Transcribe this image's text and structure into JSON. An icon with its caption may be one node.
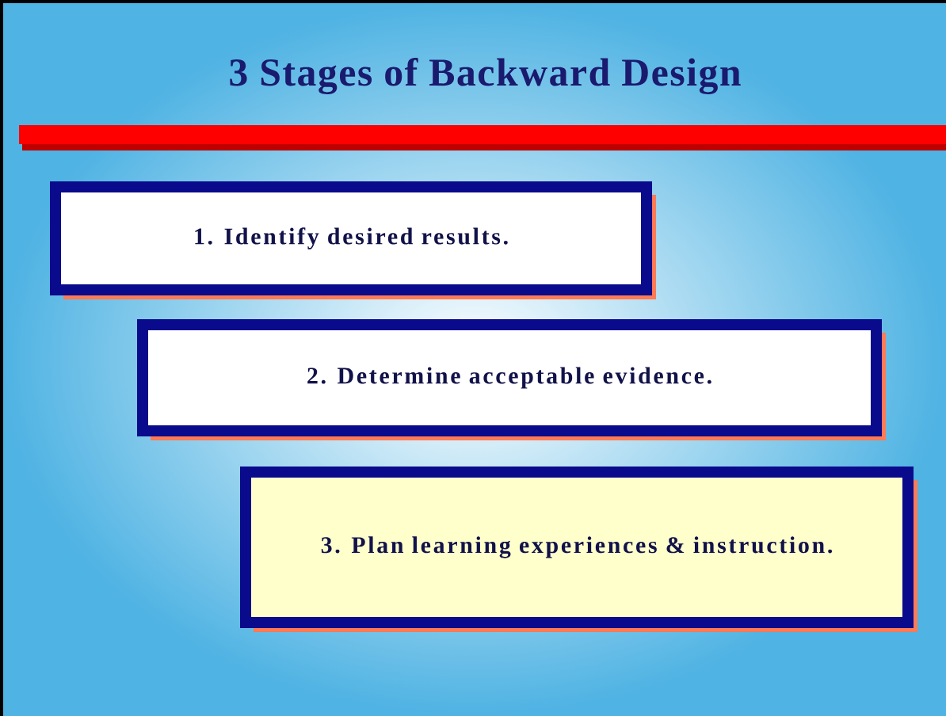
{
  "diagram": {
    "title": "3 Stages of Backward Design",
    "nodes": [
      {
        "text": [
          "1. Identify desired results."
        ]
      },
      {
        "text": [
          "2. Determine acceptable evidence."
        ]
      },
      {
        "text": [
          "3. Plan learning experiences & instruction."
        ]
      }
    ]
  }
}
